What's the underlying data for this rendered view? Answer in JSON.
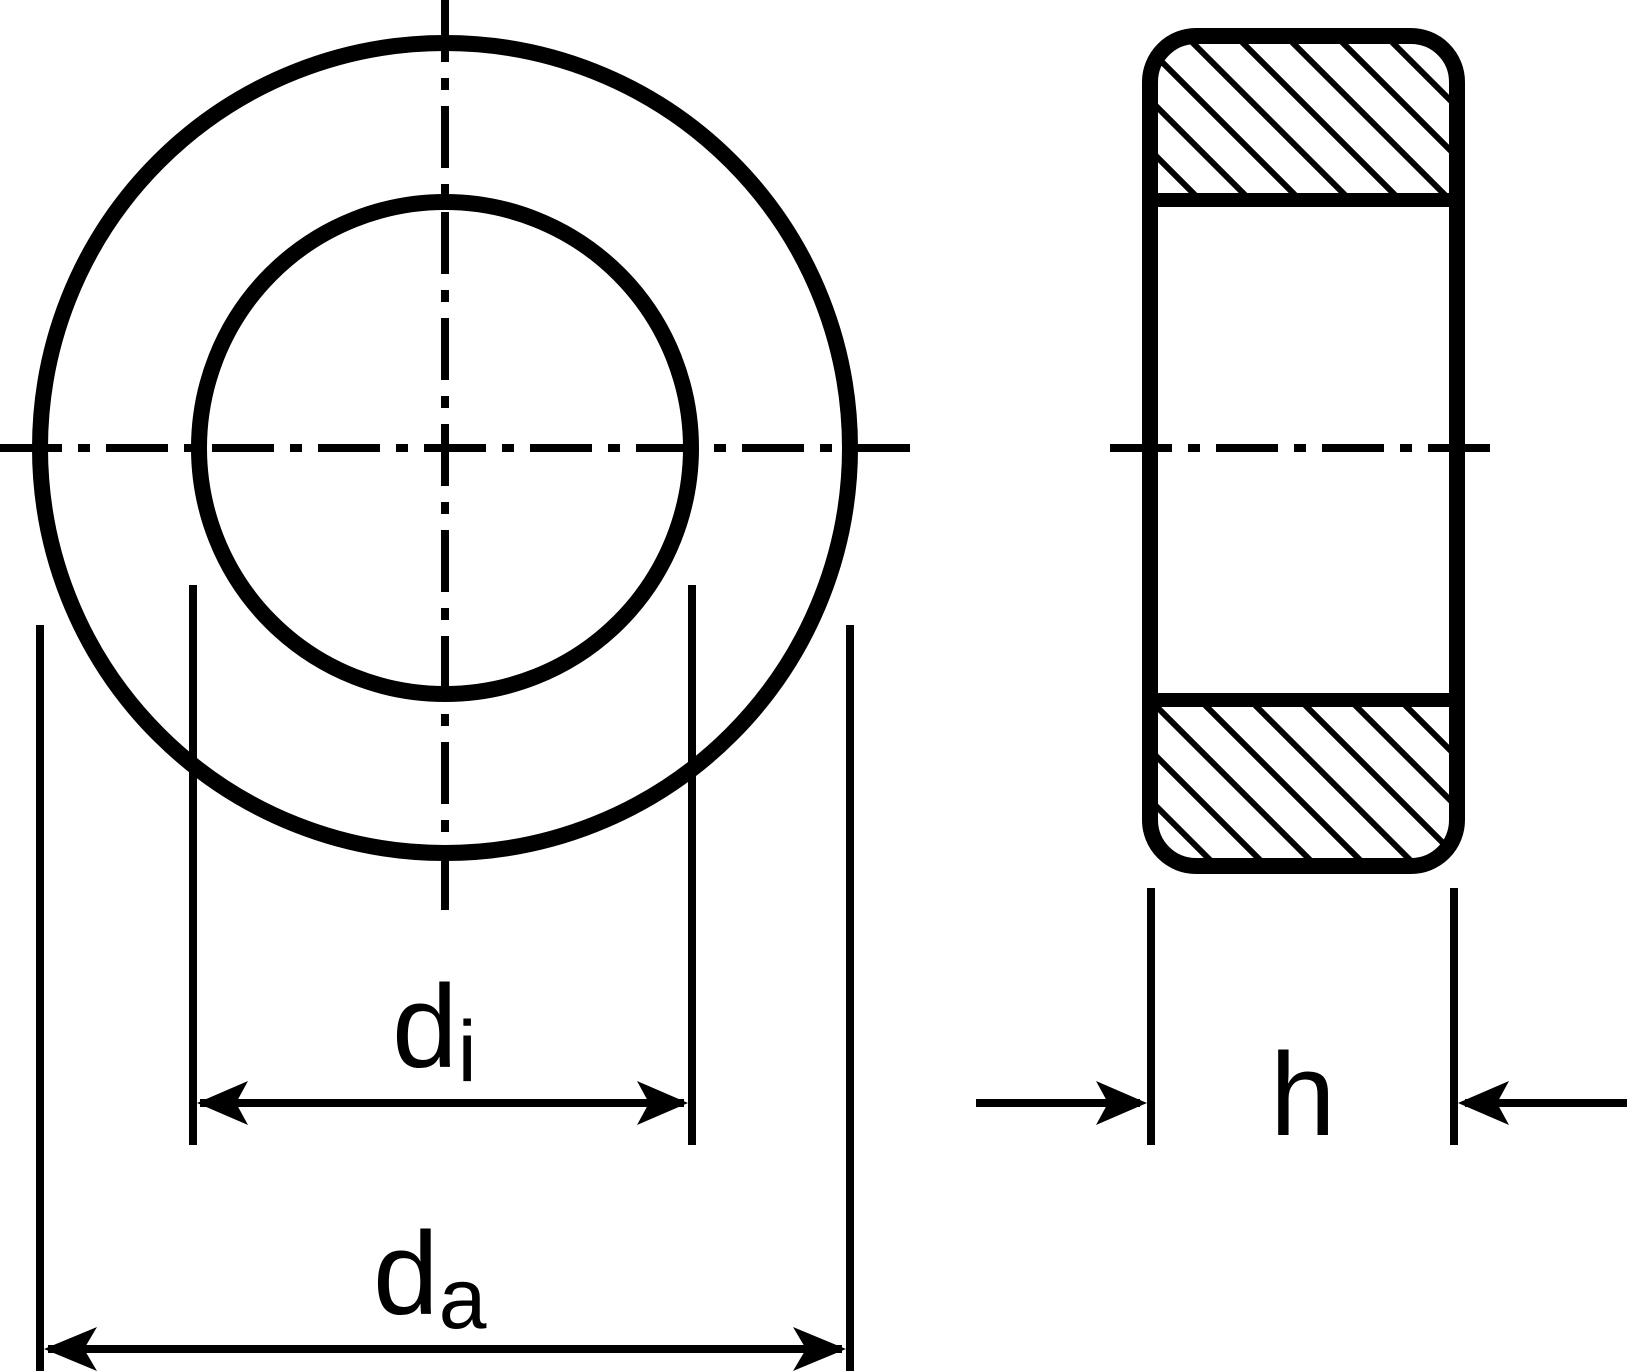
{
  "drawing": {
    "ink_color": "#000000",
    "background_color": "#ffffff",
    "labels": {
      "inner_diameter": {
        "base": "d",
        "subscript": "i"
      },
      "outer_diameter": {
        "base": "d",
        "subscript": "a"
      },
      "height": "h"
    }
  }
}
